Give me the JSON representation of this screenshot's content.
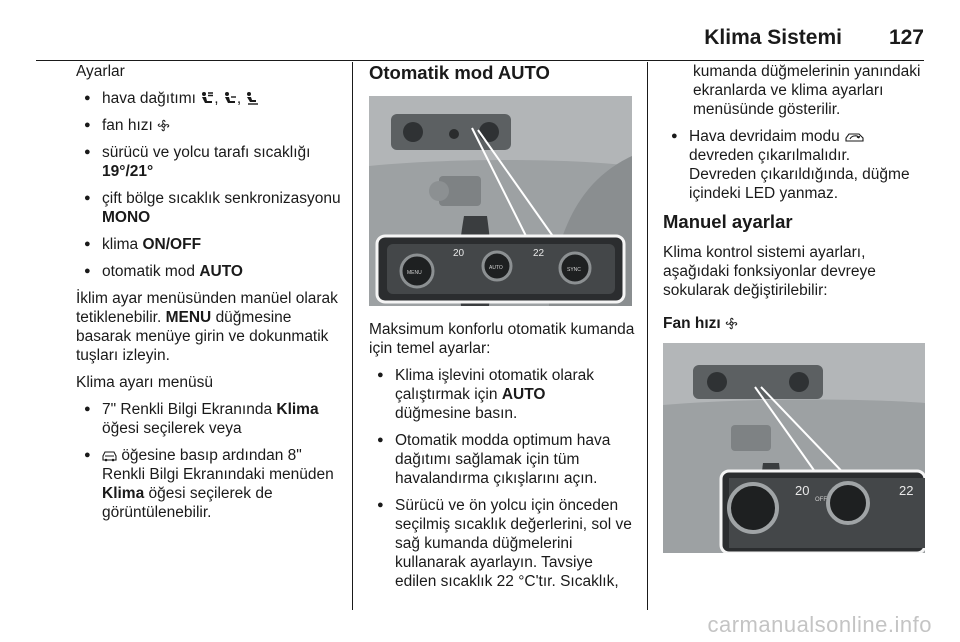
{
  "header": {
    "title": "Klima Sistemi",
    "page_number": "127"
  },
  "col1": {
    "settings_heading": "Ayarlar",
    "settings_items": [
      {
        "text": "hava dağıtımı",
        "suffix": ""
      },
      {
        "text": "fan hızı",
        "suffix": ""
      },
      {
        "text": "sürücü ve yolcu tarafı sıcaklığı",
        "bold": "19°/21°"
      },
      {
        "text": "çift bölge sıcaklık senkronizasyonu",
        "bold": "MONO"
      },
      {
        "text": "klima",
        "bold": "ON/OFF"
      },
      {
        "text": "otomatik mod",
        "bold": "AUTO"
      }
    ],
    "para_pre": "İklim ayar menüsünden manüel olarak tetiklenebilir.",
    "para_bold": "MENU",
    "para_post": "düğmesine basarak menüye girin ve dokunmatik tuşları izleyin.",
    "menu_heading": "Klima ayarı menüsü",
    "menu_item1_pre": "7\" Renkli Bilgi Ekranında",
    "menu_item1_bold": "Klima",
    "menu_item1_post": "öğesi seçilerek veya",
    "menu_item2_pre": "öğesine basıp ardından 8\" Renkli Bilgi Ekranındaki menüden",
    "menu_item2_bold": "Klima",
    "menu_item2_post": "öğesi seçilerek de görüntülenebilir."
  },
  "col2": {
    "heading": "Otomatik mod AUTO",
    "photo": {
      "temp_left": "20",
      "temp_right": "22",
      "button_labels": [
        "MENU",
        "AUTO",
        "SYNC"
      ]
    },
    "intro": "Maksimum konforlu otomatik kumanda için temel ayarlar:",
    "item1_pre": "Klima işlevini otomatik olarak çalıştırmak için",
    "item1_bold": "AUTO",
    "item1_post": "düğmesine basın.",
    "item2": "Otomatik modda optimum hava dağıtımı sağlamak için tüm havalandırma çıkışlarını açın.",
    "item3": "Sürücü ve ön yolcu için önceden seçilmiş sıcaklık değerlerini, sol ve sağ kumanda düğmelerini kullanarak ayarlayın. Tavsiye edilen sıcaklık 22 °C'tır. Sıcaklık,"
  },
  "col3": {
    "cont": "kumanda düğmelerinin yanındaki ekranlarda ve klima ayarları menüsünde gösterilir.",
    "item_pre": "Hava devridaim modu",
    "item_post1": "devreden çıkarılmalıdır.",
    "item_post2": "Devreden çıkarıldığında, düğme içindeki LED yanmaz.",
    "heading": "Manuel ayarlar",
    "intro": "Klima kontrol sistemi ayarları, aşağıdaki fonksiyonlar devreye sokularak değiştirilebilir:",
    "fan_heading": "Fan hızı",
    "photo": {
      "temp_left": "20",
      "temp_right": "22",
      "button_label": "OFF"
    }
  },
  "watermark": "carmanualsonline.info"
}
